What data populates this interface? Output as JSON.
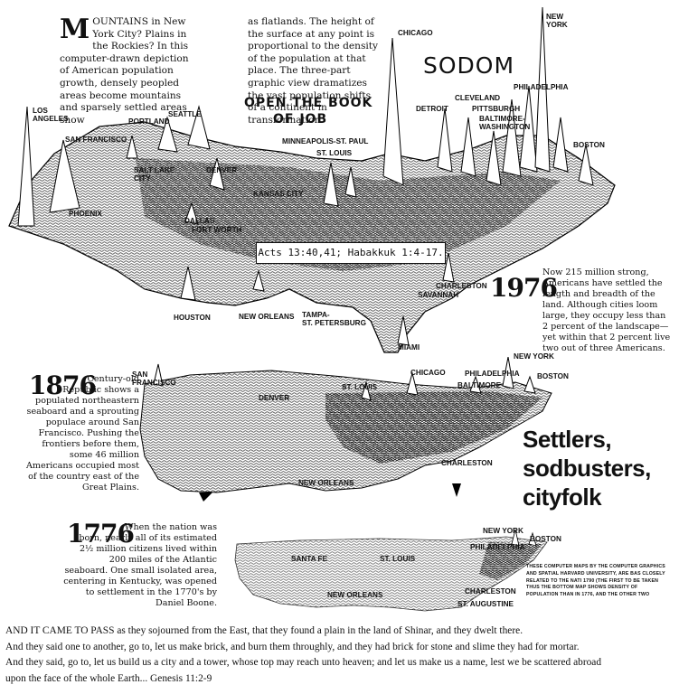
{
  "intro": {
    "dropcap": "M",
    "col1": "OUNTAINS in New York City? Plains in the Rockies? In this computer-drawn depiction of American population growth, densely peopled areas become mountains and sparsely settled areas show",
    "col2": "as flatlands. The height of the surface at any point is proportional to the density of the population at that place. The three-part graphic view dramatizes the vast population shifts of a continent in transformation."
  },
  "annotations": {
    "sodom": "SODOM",
    "book_of_job_line1": "OPEN THE BOOK",
    "book_of_job_line2": "OF JOB",
    "acts": "Acts 13:40,41; Habakkuk 1:4-17."
  },
  "map_1976": {
    "year": "1976",
    "blurb": "Now 215 million strong, Americans have settled the length and breadth of the land. Although cities loom large, they occupy less than 2 percent of the landscape—yet within that 2 percent live two out of three Americans.",
    "cities": {
      "los_angeles": "LOS\nANGELES",
      "san_francisco": "SAN FRANCISCO",
      "portland": "PORTLAND",
      "seattle": "SEATTLE",
      "salt_lake": "SALT LAKE\nCITY",
      "denver": "DENVER",
      "phoenix": "PHOENIX",
      "kansas_city": "KANSAS CITY",
      "dallas": "DALLAS",
      "fort_worth": "FORT WORTH",
      "minneapolis": "MINNEAPOLIS-ST. PAUL",
      "st_louis": "ST. LOUIS",
      "chicago": "CHICAGO",
      "detroit": "DETROIT",
      "cleveland": "CLEVELAND",
      "pittsburgh": "PITTSBURGH",
      "philadelphia": "PHILADELPHIA",
      "new_york": "NEW\nYORK",
      "baltimore": "BALTIMORE-\nWASHINGTON",
      "boston": "BOSTON",
      "houston": "HOUSTON",
      "new_orleans": "NEW ORLEANS",
      "tampa": "TAMPA-\nST. PETERSBURG",
      "miami": "MIAMI",
      "charleston": "CHARLESTON",
      "savannah": "SAVANNAH"
    }
  },
  "map_1876": {
    "year": "1876",
    "blurb": "Century-old Republic shows a populated northeastern seaboard and a sprouting populace around San Francisco. Pushing the frontiers before them, some 46 million Americans occupied most of the country east of the Great Plains.",
    "cities": {
      "san_francisco": "SAN\nFRANCISCO",
      "denver": "DENVER",
      "st_louis": "ST. LOUIS",
      "chicago": "CHICAGO",
      "philadelphia": "PHILADELPHIA",
      "new_york": "NEW YORK",
      "baltimore": "BALTIMORE",
      "boston": "BOSTON",
      "new_orleans": "NEW ORLEANS",
      "charleston": "CHARLESTON"
    }
  },
  "map_1776": {
    "year": "1776",
    "blurb": "When the nation was born, nearly all of its estimated 2½ million citizens lived within 200 miles of the Atlantic seaboard. One small isolated area, centering in Kentucky, was opened to settlement in the 1770's by Daniel Boone.",
    "cities": {
      "santa_fe": "SANTA FE",
      "st_louis": "ST. LOUIS",
      "new_orleans": "NEW ORLEANS",
      "philadelphia": "PHILADELPHIA",
      "new_york": "NEW YORK",
      "boston": "BOSTON",
      "charleston": "CHARLESTON",
      "st_augustine": "ST. AUGUSTINE"
    },
    "credit": "THESE COMPUTER MAPS BY THE COMPUTER GRAPHICS AND SPATIAL HARVARD UNIVERSITY, ARE BAS CLOSELY RELATED TO THE NATI 1790 (THE FIRST TO BE TAKEN THUS THE BOTTOM MAP SHOWS DENSITY OF POPULATION THAN IN 1776, AND THE OTHER TWO"
  },
  "settlers": {
    "line1": "Settlers,",
    "line2": "sodbusters,",
    "line3": "cityfolk"
  },
  "scripture": {
    "line1": "AND IT CAME TO PASS as they sojourned from the East, that they found a plain in the land of Shinar, and they dwelt there.",
    "line2": "And they said one to another, go to, let us make brick, and burn them throughly, and they had brick for stone and slime they had for mortar.",
    "line3": "And they said, go to, let us build us a city and a tower, whose top may reach unto heaven; and let us make us a name, lest we be scattered abroad",
    "line4": "upon the face of the whole Earth... Genesis 11:2-9"
  }
}
